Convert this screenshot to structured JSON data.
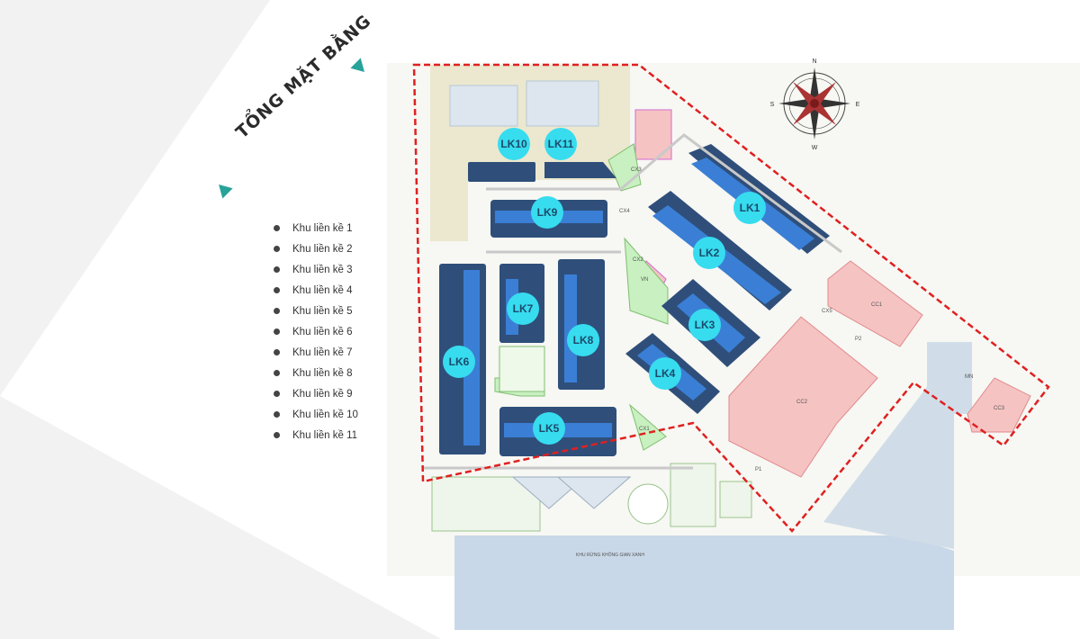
{
  "header": {
    "title": "TỔNG MẶT BẰNG"
  },
  "legend": [
    "Khu liền kề 1",
    "Khu liền kề 2",
    "Khu liền kề 3",
    "Khu liền kề 4",
    "Khu liền kề 5",
    "Khu liền kề 6",
    "Khu liền kề 7",
    "Khu liền kề 8",
    "Khu liền kề 9",
    "Khu liền kề 10",
    "Khu liền kề 11"
  ],
  "blocks": {
    "lk1": "LK1",
    "lk2": "LK2",
    "lk3": "LK3",
    "lk4": "LK4",
    "lk5": "LK5",
    "lk6": "LK6",
    "lk7": "LK7",
    "lk8": "LK8",
    "lk9": "LK9",
    "lk10": "LK10",
    "lk11": "LK11"
  },
  "compass": {
    "n": "N",
    "s": "S",
    "e": "E",
    "w": "W"
  },
  "plots": {
    "cx1": "CX1",
    "cx2": "CX2",
    "cx3": "CX3",
    "cx4": "CX4",
    "cx5": "CX5",
    "cc1": "CC1",
    "cc2": "CC2",
    "cc3": "CC3",
    "p1": "P1",
    "p2": "P2",
    "mn": "MN",
    "vn": "VN"
  },
  "labels": {
    "park_bottom": "KHU RỪNG KHÔNG GIAN XANH"
  },
  "colors": {
    "accent": "#27a39a",
    "marker": "#37dcef",
    "boundary": "#e02020",
    "commercial": "#f6c3c3",
    "residential": "#3a7fd5",
    "green": "#c8f0c0"
  }
}
